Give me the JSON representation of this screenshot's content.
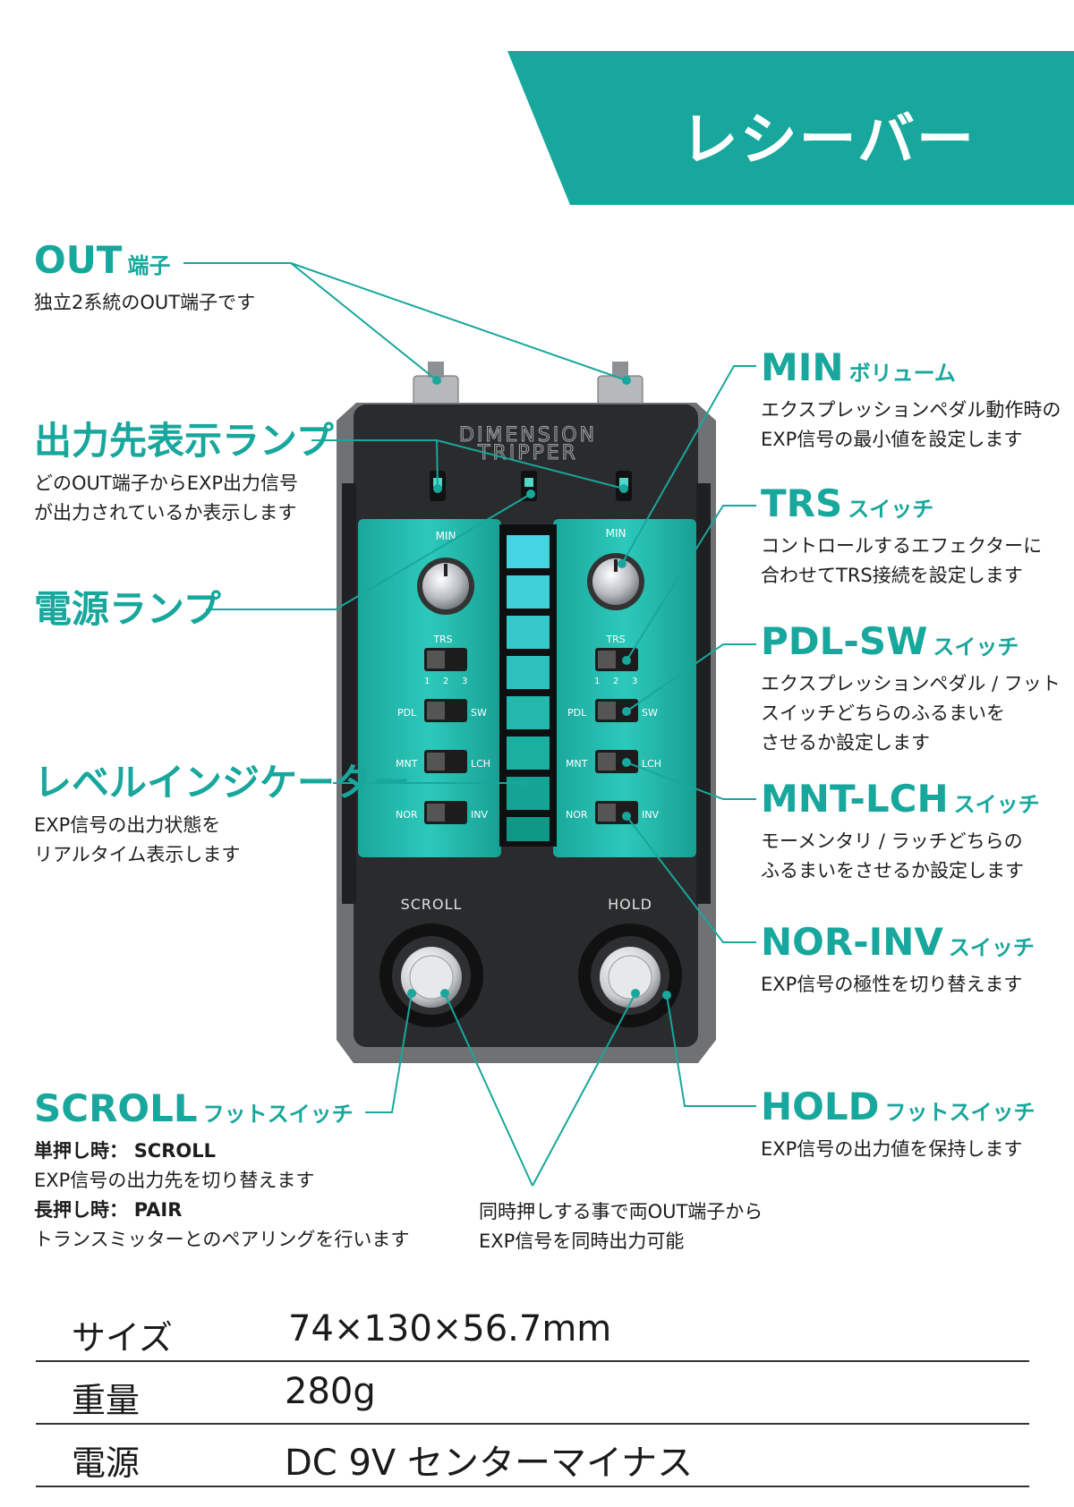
{
  "header": {
    "title": "レシーバー"
  },
  "pedal": {
    "brand_line1": "DIMENSION",
    "brand_line2": "TRIPPER",
    "knob_label": "MIN",
    "trs_label": "TRS",
    "trs_positions": [
      "1",
      "2",
      "3"
    ],
    "pdl_label": "PDL",
    "sw_label": "SW",
    "mnt_label": "MNT",
    "lch_label": "LCH",
    "nor_label": "NOR",
    "inv_label": "INV",
    "scroll_label": "SCROLL",
    "hold_label": "HOLD",
    "accent_color": "#18a79c"
  },
  "labels": {
    "out": {
      "title": "OUT",
      "sub": "端子",
      "desc": [
        "独立2系統のOUT端子です"
      ]
    },
    "lamp": {
      "title": "出力先表示ランプ",
      "desc": [
        "どのOUT端子からEXP出力信号",
        "が出力されているか表示します"
      ]
    },
    "power": {
      "title": "電源ランプ"
    },
    "level": {
      "title": "レベルインジケーター",
      "desc": [
        "EXP信号の出力状態を",
        "リアルタイム表示します"
      ]
    },
    "scroll": {
      "title": "SCROLL",
      "sub": "フットスイッチ",
      "line1_key": "単押し時：",
      "line1_val": "SCROLL",
      "line2": "EXP信号の出力先を切り替えます",
      "line3_key": "長押し時：",
      "line3_val": "PAIR",
      "line4": "トランスミッターとのペアリングを行います"
    },
    "simul": [
      "同時押しする事で両OUT端子から",
      "EXP信号を同時出力可能"
    ],
    "min": {
      "title": "MIN",
      "sub": "ボリューム",
      "desc": [
        "エクスプレッションペダル動作時の",
        "EXP信号の最小値を設定します"
      ]
    },
    "trs": {
      "title": "TRS",
      "sub": "スイッチ",
      "desc": [
        "コントロールするエフェクターに",
        "合わせてTRS接続を設定します"
      ]
    },
    "pdlsw": {
      "title": "PDL-SW",
      "sub": "スイッチ",
      "desc": [
        "エクスプレッションペダル / フット",
        "スイッチどちらのふるまいを",
        "させるか設定します"
      ]
    },
    "mntlch": {
      "title": "MNT-LCH",
      "sub": "スイッチ",
      "desc": [
        "モーメンタリ / ラッチどちらの",
        "ふるまいをさせるか設定します"
      ]
    },
    "norinv": {
      "title": "NOR-INV",
      "sub": "スイッチ",
      "desc": [
        "EXP信号の極性を切り替えます"
      ]
    },
    "hold": {
      "title": "HOLD",
      "sub": "フットスイッチ",
      "desc": [
        "EXP信号の出力値を保持します"
      ]
    }
  },
  "specs": [
    {
      "key": "サイズ",
      "value": "74×130×56.7mm"
    },
    {
      "key": "重量",
      "value": "280g"
    },
    {
      "key": "電源",
      "value": "DC 9V センターマイナス"
    }
  ]
}
